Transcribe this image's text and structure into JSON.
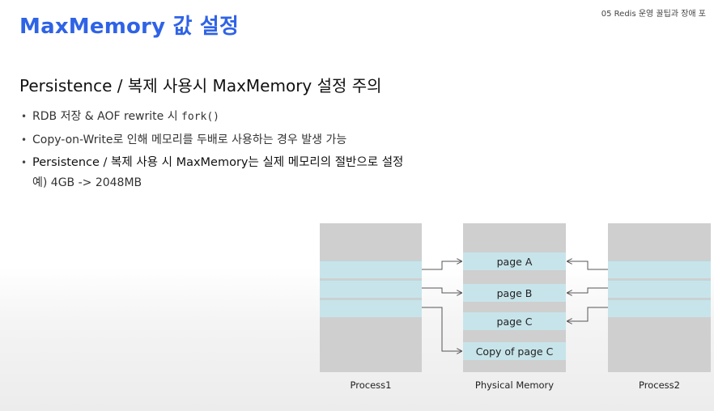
{
  "header": {
    "title": "MaxMemory 값 설정",
    "meta": "05 Redis 운영 꿀팁과 장애 포"
  },
  "section": {
    "title": "Persistence / 복제 사용시 MaxMemory 설정 주의"
  },
  "bullets": [
    {
      "text": "RDB 저장 & AOF rewrite 시 ",
      "code": "fork()"
    },
    {
      "text": "Copy-on-Write로 인해 메모리를 두배로 사용하는 경우 발생 가능"
    },
    {
      "text": "Persistence / 복제 사용 시 MaxMemory는 실제 메모리의 절반으로 설정"
    }
  ],
  "example": "예) 4GB -> 2048MB",
  "diagram": {
    "process1_label": "Process1",
    "physical_label": "Physical Memory",
    "process2_label": "Process2",
    "pages": [
      "page A",
      "page B",
      "page C",
      "Copy of page C"
    ],
    "colors": {
      "page": "#c7e4ea",
      "column": "#cfcfcf",
      "arrow": "#555555",
      "title": "#2f63e6"
    }
  }
}
